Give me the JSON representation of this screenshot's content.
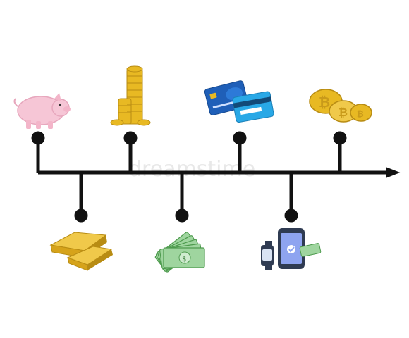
{
  "watermark": "dreamstime",
  "timeline": {
    "line_color": "#111111",
    "above": [
      {
        "id": "piggy-bank",
        "icon": "piggy-bank-icon"
      },
      {
        "id": "coin-stacks",
        "icon": "coin-stack-icon"
      },
      {
        "id": "credit-cards",
        "icon": "credit-card-icon"
      },
      {
        "id": "bitcoin",
        "icon": "bitcoin-icon"
      }
    ],
    "below": [
      {
        "id": "gold-bars",
        "icon": "gold-bar-icon"
      },
      {
        "id": "banknotes",
        "icon": "banknote-icon"
      },
      {
        "id": "mobile-payment",
        "icon": "mobile-payment-icon"
      }
    ]
  },
  "colors": {
    "pig": "#f6c6d6",
    "gold": "#e8b923",
    "card_blue": "#1f5fb8",
    "card_light": "#29a8e6",
    "money_green": "#8cc98c",
    "phone_dark": "#2f3b52",
    "phone_screen": "#8ea4f0"
  }
}
